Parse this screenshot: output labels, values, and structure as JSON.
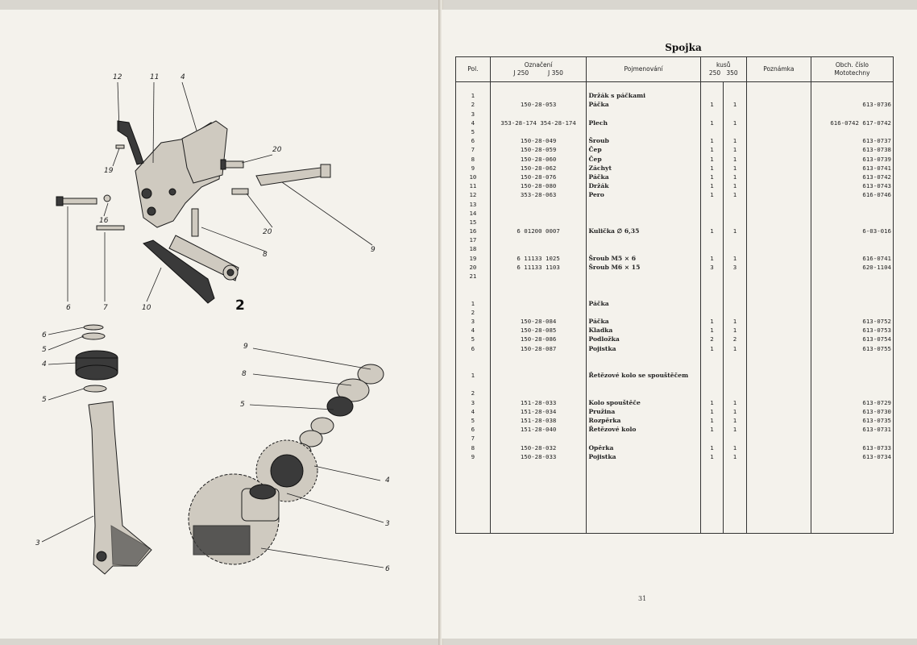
{
  "left_figure": {
    "callouts_top": [
      "12",
      "11",
      "4",
      "20",
      "19",
      "16",
      "20",
      "9",
      "8",
      "10",
      "7",
      "6"
    ],
    "assembly_number": "2",
    "callouts_bottom_left": [
      "6",
      "5",
      "4",
      "5",
      "3"
    ],
    "callouts_bottom_right": [
      "9",
      "8",
      "5",
      "4",
      "3",
      "6"
    ]
  },
  "sheet": {
    "title": "Spojka",
    "page_number": "31",
    "header": {
      "pol": "Pol.",
      "designation": "Označení",
      "j250": "J 250",
      "j350": "J 350",
      "name": "Pojmenování",
      "pieces": "kusů",
      "q250": "250",
      "q350": "350",
      "note": "Poznámka",
      "shop_line1": "Obch. číslo",
      "shop_line2": "Mototechny"
    },
    "rows": [
      {
        "pol": "",
        "num": "",
        "name": "",
        "q1": "",
        "q2": "",
        "shop": ""
      },
      {
        "pol": "1",
        "num": "",
        "name": "Držák s páčkami",
        "q1": "",
        "q2": "",
        "shop": ""
      },
      {
        "pol": "2",
        "num": "150-28-053",
        "name": "Páčka",
        "q1": "1",
        "q2": "1",
        "shop": "613-0736"
      },
      {
        "pol": "3",
        "num": "",
        "name": "",
        "q1": "",
        "q2": "",
        "shop": ""
      },
      {
        "pol": "4",
        "num": "353-28-174   354-28-174",
        "name": "Plech",
        "q1": "1",
        "q2": "1",
        "shop": "616-0742      617-0742"
      },
      {
        "pol": "5",
        "num": "",
        "name": "",
        "q1": "",
        "q2": "",
        "shop": ""
      },
      {
        "pol": "6",
        "num": "150-28-049",
        "name": "Šroub",
        "q1": "1",
        "q2": "1",
        "shop": "613-0737"
      },
      {
        "pol": "7",
        "num": "150-28-059",
        "name": "Čep",
        "q1": "1",
        "q2": "1",
        "shop": "613-0738"
      },
      {
        "pol": "8",
        "num": "150-28-060",
        "name": "Čep",
        "q1": "1",
        "q2": "1",
        "shop": "613-0739"
      },
      {
        "pol": "9",
        "num": "150-28-062",
        "name": "Záchyt",
        "q1": "1",
        "q2": "1",
        "shop": "613-0741"
      },
      {
        "pol": "10",
        "num": "150-28-076",
        "name": "Páčka",
        "q1": "1",
        "q2": "1",
        "shop": "613-0742"
      },
      {
        "pol": "11",
        "num": "150-28-080",
        "name": "Držák",
        "q1": "1",
        "q2": "1",
        "shop": "613-0743"
      },
      {
        "pol": "12",
        "num": "353-28-063",
        "name": "Pero",
        "q1": "1",
        "q2": "1",
        "shop": "616-0746"
      },
      {
        "pol": "13",
        "num": "",
        "name": "",
        "q1": "",
        "q2": "",
        "shop": ""
      },
      {
        "pol": "14",
        "num": "",
        "name": "",
        "q1": "",
        "q2": "",
        "shop": ""
      },
      {
        "pol": "15",
        "num": "",
        "name": "",
        "q1": "",
        "q2": "",
        "shop": ""
      },
      {
        "pol": "16",
        "num": "6 01200 0007",
        "name": "Kulička ∅ 6,35",
        "q1": "1",
        "q2": "1",
        "shop": "6-03-016"
      },
      {
        "pol": "17",
        "num": "",
        "name": "",
        "q1": "",
        "q2": "",
        "shop": ""
      },
      {
        "pol": "18",
        "num": "",
        "name": "",
        "q1": "",
        "q2": "",
        "shop": ""
      },
      {
        "pol": "19",
        "num": "6 11133 1025",
        "name": "Šroub M5 × 6",
        "q1": "1",
        "q2": "1",
        "shop": "616-0741"
      },
      {
        "pol": "20",
        "num": "6 11133 1103",
        "name": "Šroub M6 × 15",
        "q1": "3",
        "q2": "3",
        "shop": "620-1104"
      },
      {
        "pol": "21",
        "num": "",
        "name": "",
        "q1": "",
        "q2": "",
        "shop": ""
      },
      {
        "pol": "",
        "num": "",
        "name": "",
        "q1": "",
        "q2": "",
        "shop": ""
      },
      {
        "pol": "",
        "num": "",
        "name": "",
        "q1": "",
        "q2": "",
        "shop": ""
      },
      {
        "pol": "1",
        "num": "",
        "name": "Páčka",
        "q1": "",
        "q2": "",
        "shop": ""
      },
      {
        "pol": "2",
        "num": "",
        "name": "",
        "q1": "",
        "q2": "",
        "shop": ""
      },
      {
        "pol": "3",
        "num": "150-28-084",
        "name": "Páčka",
        "q1": "1",
        "q2": "1",
        "shop": "613-0752"
      },
      {
        "pol": "4",
        "num": "150-28-085",
        "name": "Kladka",
        "q1": "1",
        "q2": "1",
        "shop": "613-0753"
      },
      {
        "pol": "5",
        "num": "150-28-086",
        "name": "Podložka",
        "q1": "2",
        "q2": "2",
        "shop": "613-0754"
      },
      {
        "pol": "6",
        "num": "150-28-087",
        "name": "Pojistka",
        "q1": "1",
        "q2": "1",
        "shop": "613-0755"
      },
      {
        "pol": "",
        "num": "",
        "name": "",
        "q1": "",
        "q2": "",
        "shop": ""
      },
      {
        "pol": "",
        "num": "",
        "name": "",
        "q1": "",
        "q2": "",
        "shop": ""
      },
      {
        "pol": "1",
        "num": "",
        "name": "Řetězové kolo se spouštěčem",
        "q1": "",
        "q2": "",
        "shop": ""
      },
      {
        "pol": "",
        "num": "",
        "name": "",
        "q1": "",
        "q2": "",
        "shop": ""
      },
      {
        "pol": "2",
        "num": "",
        "name": "",
        "q1": "",
        "q2": "",
        "shop": ""
      },
      {
        "pol": "3",
        "num": "151-28-033",
        "name": "Kolo spouštěče",
        "q1": "1",
        "q2": "1",
        "shop": "613-0729"
      },
      {
        "pol": "4",
        "num": "151-28-034",
        "name": "Pružina",
        "q1": "1",
        "q2": "1",
        "shop": "613-0730"
      },
      {
        "pol": "5",
        "num": "151-28-038",
        "name": "Rozpěrka",
        "q1": "1",
        "q2": "1",
        "shop": "613-0735"
      },
      {
        "pol": "6",
        "num": "151-28-040",
        "name": "Řetězové kolo",
        "q1": "1",
        "q2": "1",
        "shop": "613-0731"
      },
      {
        "pol": "7",
        "num": "",
        "name": "",
        "q1": "",
        "q2": "",
        "shop": ""
      },
      {
        "pol": "8",
        "num": "150-28-032",
        "name": "Opěrka",
        "q1": "1",
        "q2": "1",
        "shop": "613-0733"
      },
      {
        "pol": "9",
        "num": "150-28-033",
        "name": "Pojistka",
        "q1": "1",
        "q2": "1",
        "shop": "613-0734"
      },
      {
        "pol": "",
        "num": "",
        "name": "",
        "q1": "",
        "q2": "",
        "shop": ""
      },
      {
        "pol": "",
        "num": "",
        "name": "",
        "q1": "",
        "q2": "",
        "shop": ""
      },
      {
        "pol": "",
        "num": "",
        "name": "",
        "q1": "",
        "q2": "",
        "shop": ""
      },
      {
        "pol": "",
        "num": "",
        "name": "",
        "q1": "",
        "q2": "",
        "shop": ""
      },
      {
        "pol": "",
        "num": "",
        "name": "",
        "q1": "",
        "q2": "",
        "shop": ""
      },
      {
        "pol": "",
        "num": "",
        "name": "",
        "q1": "",
        "q2": "",
        "shop": ""
      },
      {
        "pol": "",
        "num": "",
        "name": "",
        "q1": "",
        "q2": "",
        "shop": ""
      },
      {
        "pol": "",
        "num": "",
        "name": "",
        "q1": "",
        "q2": "",
        "shop": ""
      }
    ]
  }
}
